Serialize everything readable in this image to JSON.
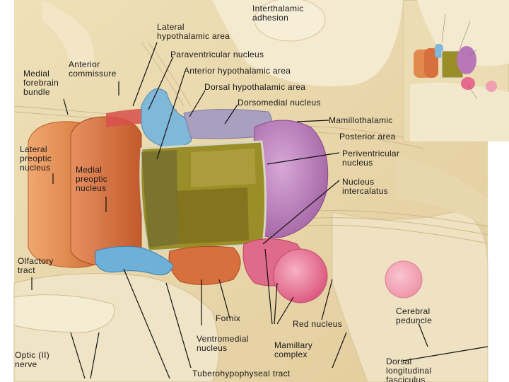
{
  "figure": {
    "labels": {
      "interthalamic": "Interthalamic\nadhesion",
      "lateral_hypothalamic": "Lateral\nhypothalamic area",
      "paraventricular": "Paraventricular nucleus",
      "anterior_hypothalamic": "Anterior hypothalamic area",
      "dorsal_hypothalamic": "Dorsal hypothalamic area",
      "dorsomedial": "Dorsomedial nucleus",
      "mamillothalamic": "Mamillothalamic",
      "posterior_area": "Posterior area",
      "periventricular": "Periventricular\nnucleus",
      "intercalatus": "Nucleus\nintercalatus",
      "anterior_commissure": "Anterior\ncommissure",
      "medial_forebrain_bundle": "Medial\nforebrain\nbundle",
      "lateral_preoptic": "Lateral\npreoptic\nnucleus",
      "medial_preoptic": "Medial\npreoptic\nnucleus",
      "olfactory_tract": "Olfactory\ntract",
      "optic_nerve": "Optic (II)\nnerve",
      "fornix": "Fornix",
      "ventromedial": "Ventromedial\nnucleus",
      "mamillary_complex": "Mamillary\ncomplex",
      "red_nucleus": "Red nucleus",
      "cerebral_peduncle": "Cerebral\npeduncle",
      "dorsal_longitudinal": "Dorsal\nlongitudinal\nfasciculus",
      "tuberohypophyseal": "Tuberohypophyseal tract"
    },
    "colors": {
      "background_tissue": "#ecdcb4",
      "lateral_preoptic": "#e08a4e",
      "medial_preoptic": "#d8703e",
      "anterior_hypothalamic": "#7fb8d8",
      "dorsal_hypothalamic": "#a9a0c0",
      "posterior_area": "#b878b8",
      "central_nuclei": "#9a8e28",
      "mamillary": "#e66a8c",
      "red_nucleus": "#f0a0b0"
    }
  }
}
